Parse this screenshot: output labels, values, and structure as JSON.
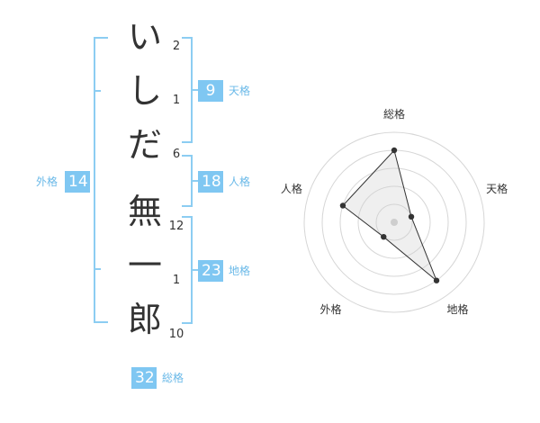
{
  "name_chars": [
    {
      "char": "い",
      "strokes": "2"
    },
    {
      "char": "し",
      "strokes": "1"
    },
    {
      "char": "だ",
      "strokes": "6"
    },
    {
      "char": "無",
      "strokes": "12"
    },
    {
      "char": "一",
      "strokes": "1"
    },
    {
      "char": "郎",
      "strokes": "10"
    }
  ],
  "fortunes": {
    "tenkaku": {
      "value": "9",
      "label": "天格"
    },
    "jinkaku": {
      "value": "18",
      "label": "人格"
    },
    "chikaku": {
      "value": "23",
      "label": "地格"
    },
    "gaikaku": {
      "value": "14",
      "label": "外格"
    },
    "soukaku": {
      "value": "32",
      "label": "総格"
    }
  },
  "radar": {
    "axis_labels": [
      "総格",
      "天格",
      "地格",
      "外格",
      "人格"
    ],
    "levels": 5,
    "values": [
      4,
      1,
      4,
      1,
      3
    ],
    "max": 5
  }
}
